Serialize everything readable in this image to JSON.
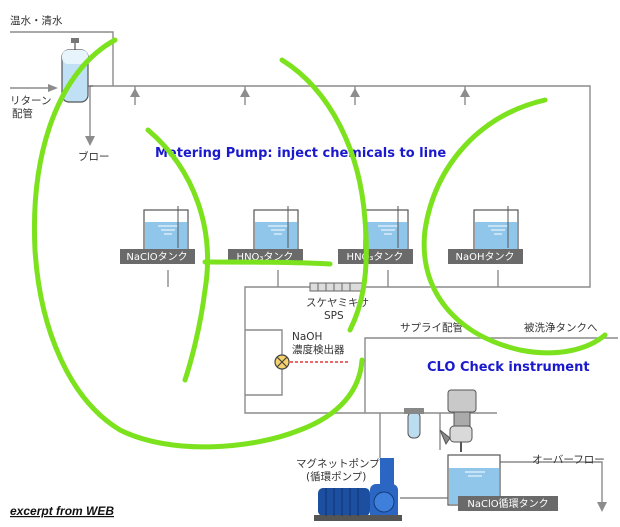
{
  "labels": {
    "hot_clean_water": "温水・清水",
    "return_pipe_line1": "リターン",
    "return_pipe_line2": "配管",
    "blow": "ブロー",
    "sequence_mixer_line1": "スケヤミキサ",
    "sequence_mixer_line2": "SPS",
    "naoh_detector_line1": "NaOH",
    "naoh_detector_line2": "濃度検出器",
    "supply_pipe": "サプライ配管",
    "to_washed_tank": "被洗浄タンクへ",
    "overflow": "オーバーフロー",
    "magnet_pump_line1": "マグネットポンプ",
    "magnet_pump_line2": "(循環ポンプ)"
  },
  "tanks": [
    {
      "label": "NaClOタンク"
    },
    {
      "label": "HNO₃タンク"
    },
    {
      "label": "HNO₃タンク"
    },
    {
      "label": "NaOHタンク"
    }
  ],
  "circulation_tank": {
    "label": "NaClO循環タンク"
  },
  "annotations": {
    "metering_pump": "Metering Pump: inject chemicals to line",
    "clo_check": "CLO Check instrument"
  },
  "credit": "excerpt from WEB",
  "colors": {
    "annotation_blue": "#1a1acc",
    "scribble_green": "#7de21e",
    "tank_water": "#8fc6ea",
    "tank_label_bg": "#6a6a6a",
    "pipe_gray": "#8c8c8c",
    "pump_blue": "#1d4fa0"
  }
}
